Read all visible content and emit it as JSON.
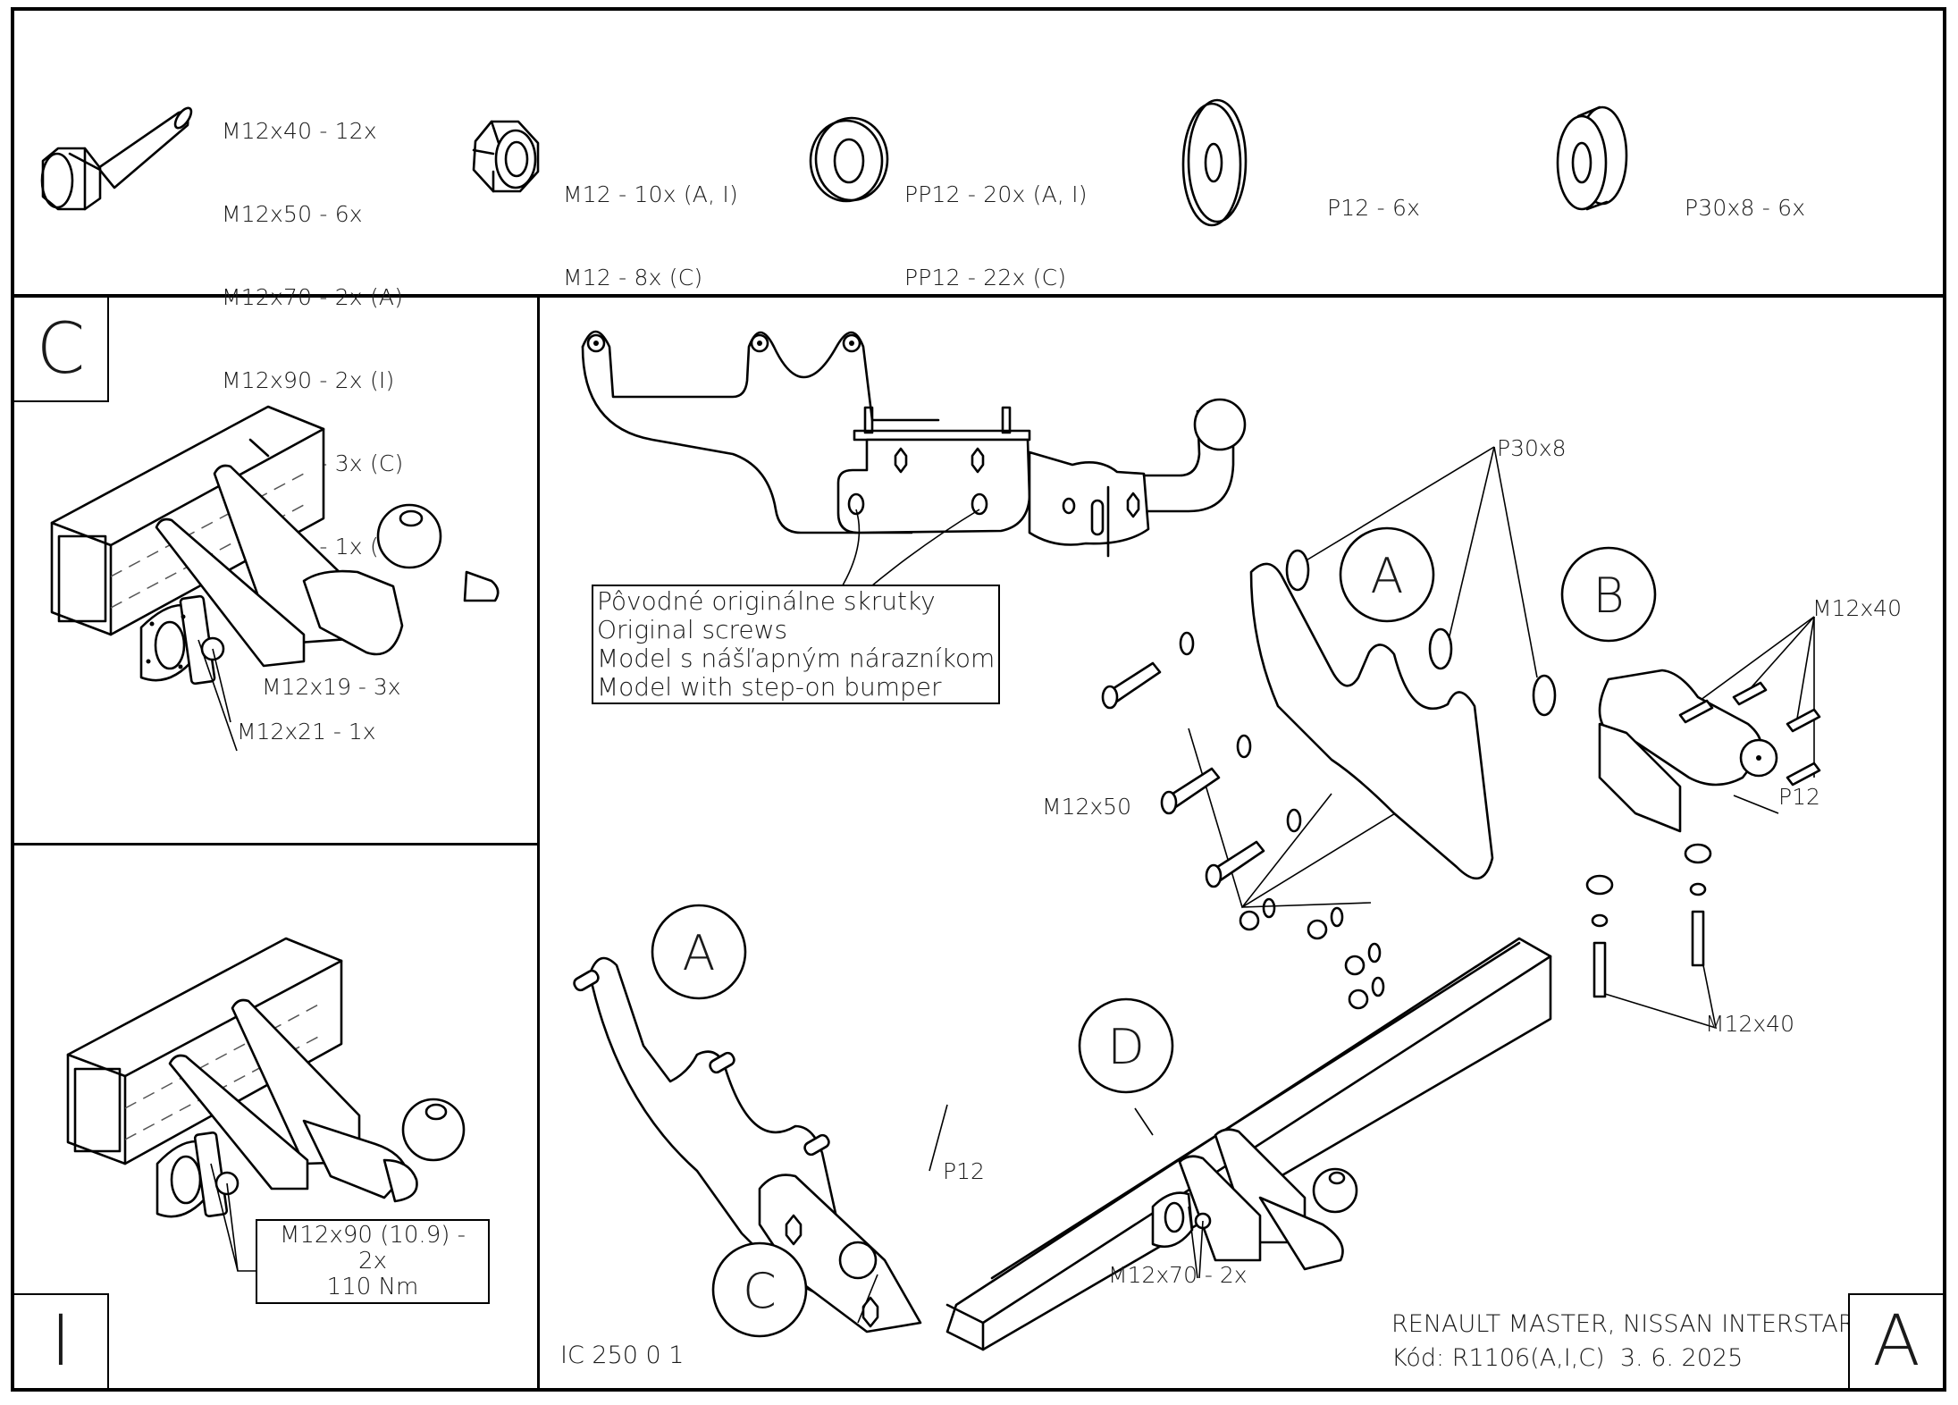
{
  "parts_list": {
    "bolts": {
      "icon": "hex-bolt-icon",
      "lines": [
        "M12x40 - 12x",
        "M12x50 - 6x",
        "M12x70 - 2x (A)",
        "M12x90 - 2x (I)",
        "M12x19 - 3x (C)",
        "M12x21 - 1x (C)"
      ]
    },
    "nuts": {
      "icon": "hex-nut-icon",
      "lines": [
        "M12 - 10x (A, I)",
        "M12 - 8x (C)"
      ]
    },
    "washers": {
      "icon": "flat-washer-icon",
      "lines": [
        "PP12 - 20x (A, I)",
        "PP12 - 22x (C)"
      ]
    },
    "large_washer": {
      "icon": "large-washer-icon",
      "lines": [
        "P12 - 6x"
      ]
    },
    "spacer": {
      "icon": "spacer-ring-icon",
      "lines": [
        "P30x8 - 6x"
      ]
    }
  },
  "panel_c": {
    "label": "C",
    "callouts": [
      "M12x19 - 3x",
      "M12x21 - 1x"
    ]
  },
  "panel_i": {
    "label": "I",
    "torque_note": [
      "M12x90 (10.9) - 2x",
      "110 Nm"
    ]
  },
  "main_panel": {
    "label": "A",
    "note": [
      "Pôvodné originálne skrutky",
      "Original screws",
      "Model s nášľapným nárazníkom",
      "Model with step-on bumper"
    ],
    "balloons": [
      "A",
      "B",
      "A",
      "D",
      "C"
    ],
    "callouts": {
      "p30x8": "P30x8",
      "m12x40_top": "M12x40",
      "m12x50": "M12x50",
      "p12_right": "P12",
      "m12x40_bottom": "M12x40",
      "p12_left": "P12",
      "m12x70": "M12x70 - 2x"
    },
    "drawing_number": "IC 250 0 1",
    "title_block": {
      "vehicle": "RENAULT MASTER, NISSAN INTERSTAR",
      "code_line": "Kód: R1106(A,I,C)  3. 6. 2025"
    }
  }
}
